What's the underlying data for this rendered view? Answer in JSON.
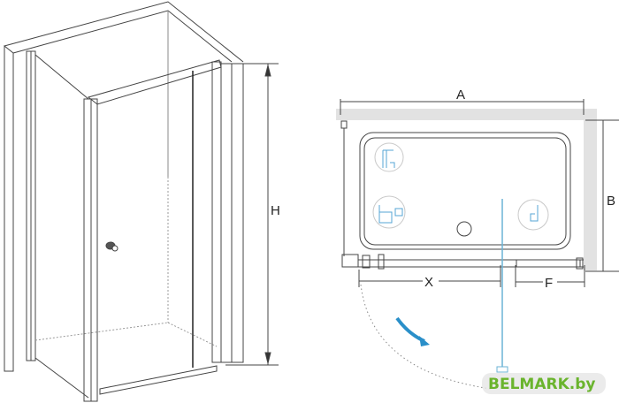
{
  "labels": {
    "height": "H",
    "width_a": "A",
    "depth_b": "B",
    "door_x": "X",
    "fixed_f": "F"
  },
  "watermark": "BELMARK.by",
  "colors": {
    "accent_blue": "#2a8fc9",
    "wall_gray": "#e2e2e2",
    "watermark_green": "#6ab42d",
    "line": "#333333"
  }
}
